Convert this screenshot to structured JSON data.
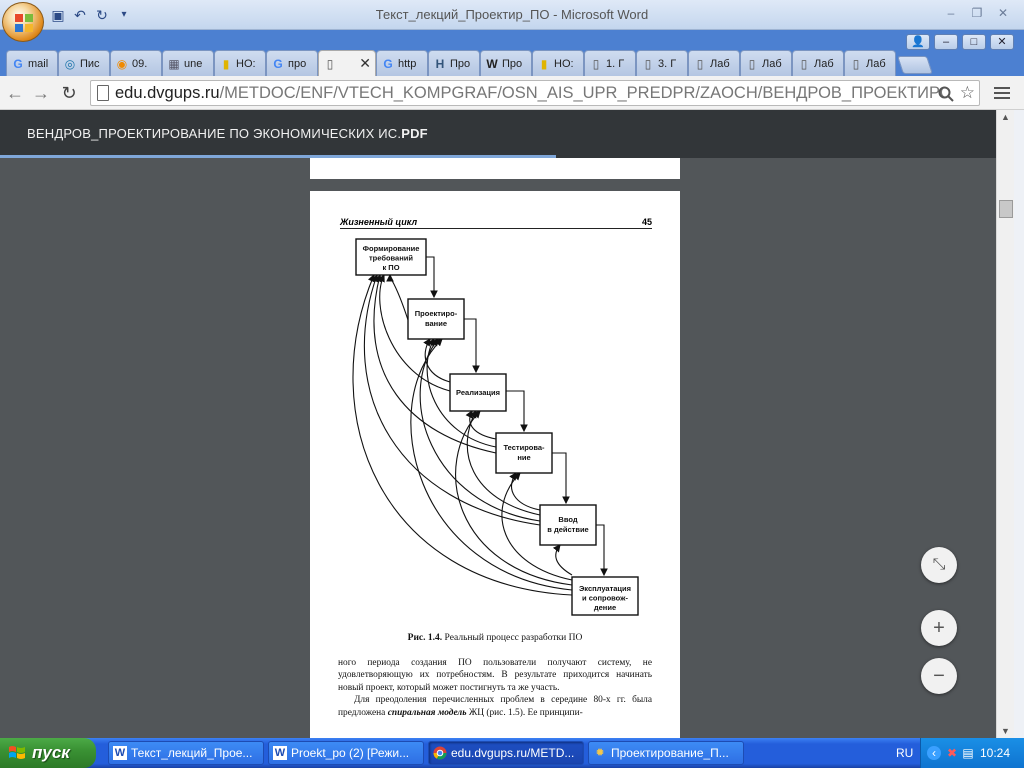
{
  "word": {
    "title": "Текст_лекций_Проектир_ПО  -  Microsoft Word",
    "qat_icons": [
      "save-icon",
      "undo-icon",
      "redo-icon",
      "customize-icon"
    ]
  },
  "chrome": {
    "tabs": [
      {
        "label": "mail",
        "icon": "google-icon"
      },
      {
        "label": "Пис",
        "icon": "mail-icon"
      },
      {
        "label": "09.",
        "icon": "orange-icon"
      },
      {
        "label": "une",
        "icon": "film-icon"
      },
      {
        "label": "НО:",
        "icon": "yellow-icon"
      },
      {
        "label": "про",
        "icon": "google-icon"
      },
      {
        "label": "",
        "icon": "page-icon",
        "active": true,
        "close": "✕"
      },
      {
        "label": "http",
        "icon": "google-icon"
      },
      {
        "label": "Про",
        "icon": "h-icon"
      },
      {
        "label": "Про",
        "icon": "wikipedia-icon"
      },
      {
        "label": "НО:",
        "icon": "yellow-icon"
      },
      {
        "label": "1. Г",
        "icon": "page-icon"
      },
      {
        "label": "3. Г",
        "icon": "page-icon"
      },
      {
        "label": "Лаб",
        "icon": "page-icon"
      },
      {
        "label": "Лаб",
        "icon": "page-icon"
      },
      {
        "label": "Лаб",
        "icon": "page-icon"
      },
      {
        "label": "Лаб",
        "icon": "page-icon"
      }
    ],
    "url_host": "edu.dvgups.ru",
    "url_path": "/METDOC/ENF/VTECH_KOMPGRAF/OSN_AIS_UPR_PREDPR/ZAOCH/ВЕНДРОВ_ПРОЕКТИРОВАНИЕ"
  },
  "pdf": {
    "title_main": "ВЕНДРОВ_ПРОЕКТИРОВАНИЕ ПО ЭКОНОМИЧЕСКИХ ИС.",
    "title_ext": "PDF",
    "running_head": "Жизненный цикл",
    "page_number": "45",
    "stages": [
      [
        "Формирование",
        "требований",
        "к ПО"
      ],
      [
        "Проектиро-",
        "вание"
      ],
      [
        "Реализация"
      ],
      [
        "Тестирова-",
        "ние"
      ],
      [
        "Ввод",
        "в действие"
      ],
      [
        "Эксплуатация",
        "и сопровож-",
        "дение"
      ]
    ],
    "caption_label": "Рис. 1.4.",
    "caption_text": " Реальный процесс разработки ПО",
    "para1": "ного периода создания ПО пользователи получают систему, не удовлетворяющую их потребностям. В результате приходится начинать новый проект, который может постигнуть та же участь.",
    "para2_a": "Для преодоления перечисленных проблем в середине 80-х гг. была предложена ",
    "para2_em": "спиральная модель",
    "para2_b": " ЖЦ (рис. 1.5). Ее принципи-",
    "fab_fit": "⤡",
    "fab_plus": "+",
    "fab_minus": "−"
  },
  "taskbar": {
    "start_label": "пуск",
    "tasks": [
      {
        "label": "Текст_лекций_Прое...",
        "icon": "word-icon"
      },
      {
        "label": "Proekt_po (2) [Режи...",
        "icon": "word-icon"
      },
      {
        "label": "edu.dvgups.ru/METD...",
        "icon": "chrome-icon",
        "active": true
      },
      {
        "label": "Проектирование_П...",
        "icon": "folder-icon"
      }
    ],
    "lang": "RU",
    "clock": "10:24"
  }
}
